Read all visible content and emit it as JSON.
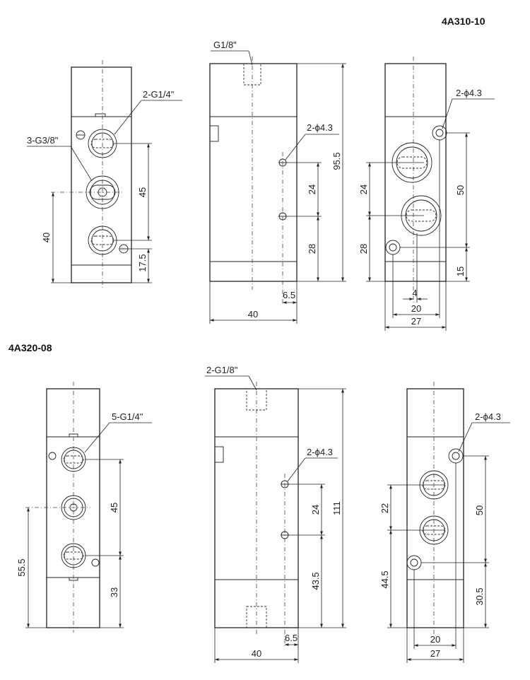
{
  "models": [
    {
      "id": "4A310-10",
      "front": {
        "ports_top": "2-G1/4\"",
        "ports_side": "3-G3/8\"",
        "dim_a": "45",
        "dim_b": "17.5",
        "dim_total": "40"
      },
      "side": {
        "top_port": "G1/8\"",
        "holes": "2-ϕ4.3",
        "dim_height": "95.5",
        "dim_gap": "24",
        "dim_bottom": "28",
        "dim_offset": "6.5",
        "dim_width": "40"
      },
      "rear": {
        "holes": "2-ϕ4.3",
        "dim_50": "50",
        "dim_15": "15",
        "dim_24": "24",
        "dim_28": "28",
        "dim_4": "4",
        "dim_20": "20",
        "dim_27": "27"
      }
    },
    {
      "id": "4A320-08",
      "front": {
        "ports": "5-G1/4\"",
        "dim_a": "45",
        "dim_b": "33",
        "dim_total": "55.5"
      },
      "side": {
        "top_port": "2-G1/8\"",
        "holes": "2-ϕ4.3",
        "dim_height": "111",
        "dim_gap": "24",
        "dim_bottom": "43.5",
        "dim_offset": "6.5",
        "dim_width": "40"
      },
      "rear": {
        "holes": "2-ϕ4.3",
        "dim_50": "50",
        "dim_30": "30.5",
        "dim_22": "22",
        "dim_44": "44.5",
        "dim_20": "20",
        "dim_27": "27"
      }
    }
  ]
}
